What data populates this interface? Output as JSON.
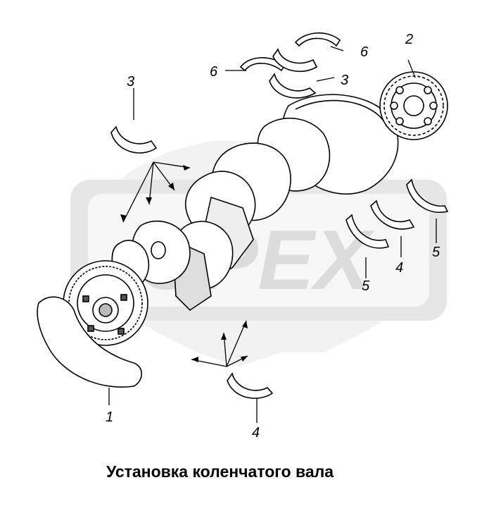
{
  "watermark": {
    "text": "OPEX",
    "color": "#d9d9d9"
  },
  "callouts": {
    "c1": "1",
    "c2": "2",
    "c3_left": "3",
    "c3_top": "3",
    "c4_right": "4",
    "c4_bottom": "4",
    "c5_mid": "5",
    "c5_right": "5",
    "c6_left": "6",
    "c6_right": "6"
  },
  "caption": "Установка коленчатого вала"
}
